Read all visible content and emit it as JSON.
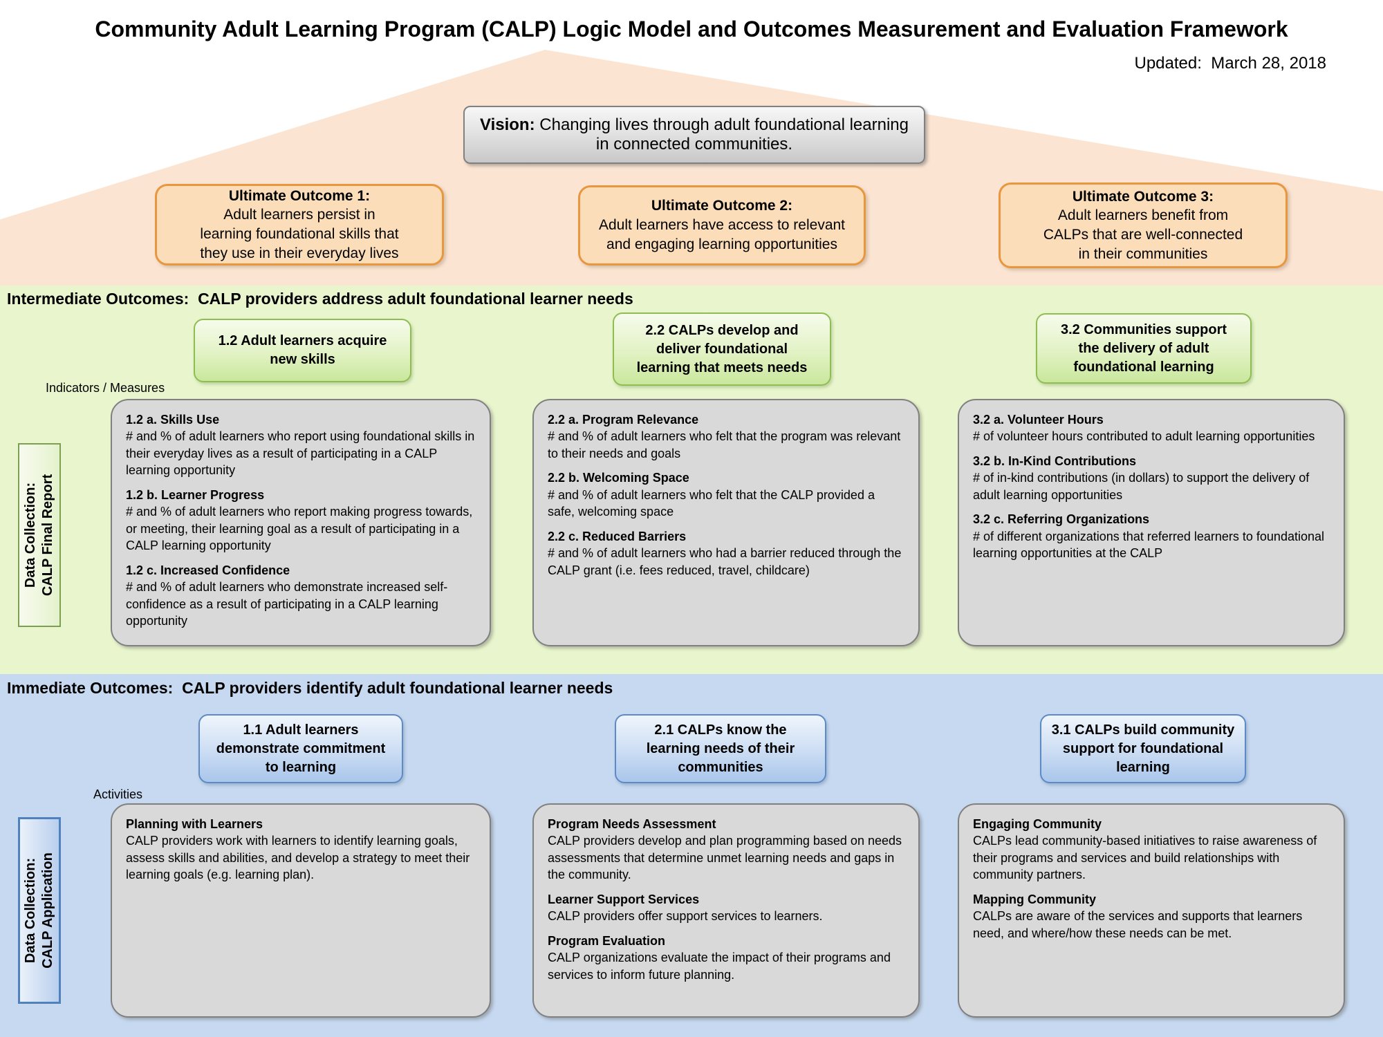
{
  "header": {
    "title": "Community Adult Learning Program (CALP) Logic Model and Outcomes Measurement and Evaluation Framework",
    "updated": "Updated:  March 28, 2018"
  },
  "vision": {
    "label": "Vision:",
    "text": " Changing lives through adult foundational learning in connected communities."
  },
  "ultimate_outcomes": [
    {
      "title": "Ultimate Outcome 1:",
      "text": "Adult learners persist in\nlearning foundational skills that\nthey use in their everyday lives"
    },
    {
      "title": "Ultimate Outcome 2:",
      "text": "Adult learners have access to relevant\nand engaging learning opportunities"
    },
    {
      "title": "Ultimate Outcome 3:",
      "text": "Adult learners benefit from\nCALPs that are well-connected\nin their communities"
    }
  ],
  "intermediate": {
    "heading": "Intermediate Outcomes:  CALP providers address adult foundational learner needs",
    "column_label": "Indicators / Measures",
    "side_label": "Data Collection:\nCALP Final Report",
    "outcome_boxes": [
      {
        "text": "1.2 Adult learners acquire\nnew skills"
      },
      {
        "text": "2.2 CALPs develop and\ndeliver foundational\nlearning that meets needs"
      },
      {
        "text": "3.2 Communities support\nthe delivery of adult\nfoundational learning"
      }
    ],
    "indicator_boxes": [
      {
        "items": [
          {
            "heading": "1.2 a. Skills Use",
            "text": "# and % of adult learners who report using foundational skills in their everyday lives as a result of participating in a CALP learning opportunity"
          },
          {
            "heading": "1.2 b. Learner Progress",
            "text": "# and % of adult learners who report making progress towards, or meeting, their learning goal as a result of participating in a CALP learning opportunity"
          },
          {
            "heading": "1.2 c. Increased Confidence",
            "text": "# and % of adult learners who demonstrate increased self-confidence as a result of participating in a CALP learning opportunity"
          }
        ]
      },
      {
        "items": [
          {
            "heading": "2.2 a. Program Relevance",
            "text": "# and % of adult learners who felt that the program was relevant to their needs and goals"
          },
          {
            "heading": "2.2 b. Welcoming Space",
            "text": "# and % of adult learners who felt that the CALP provided a safe, welcoming space"
          },
          {
            "heading": "2.2 c. Reduced Barriers",
            "text": "# and % of adult learners who had a barrier reduced through the CALP grant (i.e. fees reduced, travel, childcare)"
          }
        ]
      },
      {
        "items": [
          {
            "heading": "3.2 a. Volunteer Hours",
            "text": "# of volunteer hours contributed to adult learning opportunities"
          },
          {
            "heading": "3.2 b. In-Kind Contributions",
            "text": "# of in-kind contributions (in dollars) to support the delivery of adult learning opportunities"
          },
          {
            "heading": "3.2 c. Referring Organizations",
            "text": "# of different organizations that referred learners to foundational learning opportunities at the CALP"
          }
        ]
      }
    ]
  },
  "immediate": {
    "heading": "Immediate Outcomes:  CALP providers identify adult foundational learner needs",
    "column_label": "Activities",
    "side_label": "Data Collection:\nCALP Application",
    "outcome_boxes": [
      {
        "text": "1.1 Adult learners\ndemonstrate commitment\nto learning"
      },
      {
        "text": "2.1 CALPs know the\nlearning needs of their\ncommunities"
      },
      {
        "text": "3.1 CALPs build community\nsupport for foundational\nlearning"
      }
    ],
    "activity_boxes": [
      {
        "items": [
          {
            "heading": "Planning with Learners",
            "text": "CALP providers work with learners to identify learning goals, assess skills and abilities, and develop a strategy to meet their learning goals (e.g. learning plan)."
          }
        ]
      },
      {
        "items": [
          {
            "heading": "Program Needs Assessment",
            "text": "CALP providers develop and plan programming based on needs assessments that determine unmet learning needs and gaps in the community."
          },
          {
            "heading": "Learner Support Services",
            "text": "CALP providers offer support services to learners."
          },
          {
            "heading": "Program Evaluation",
            "text": "CALP organizations evaluate the impact of their programs and services to inform future planning."
          }
        ]
      },
      {
        "items": [
          {
            "heading": "Engaging Community",
            "text": "CALPs lead community-based initiatives to raise awareness of their programs and services and build relationships with community partners."
          },
          {
            "heading": "Mapping Community",
            "text": "CALPs are aware of the services and supports that learners need, and where/how these needs can be met."
          }
        ]
      }
    ]
  },
  "colors": {
    "peach_triangle": "#fbe4d2",
    "orange_box_fill": "#fbddb9",
    "orange_box_border": "#e8973f",
    "green_band": "#e9f6cd",
    "green_box_border": "#90bd51",
    "blue_band": "#c7d9f0",
    "blue_box_border": "#5b8ac5",
    "gray_box_fill": "#d9d9d9",
    "gray_box_border": "#808080"
  }
}
